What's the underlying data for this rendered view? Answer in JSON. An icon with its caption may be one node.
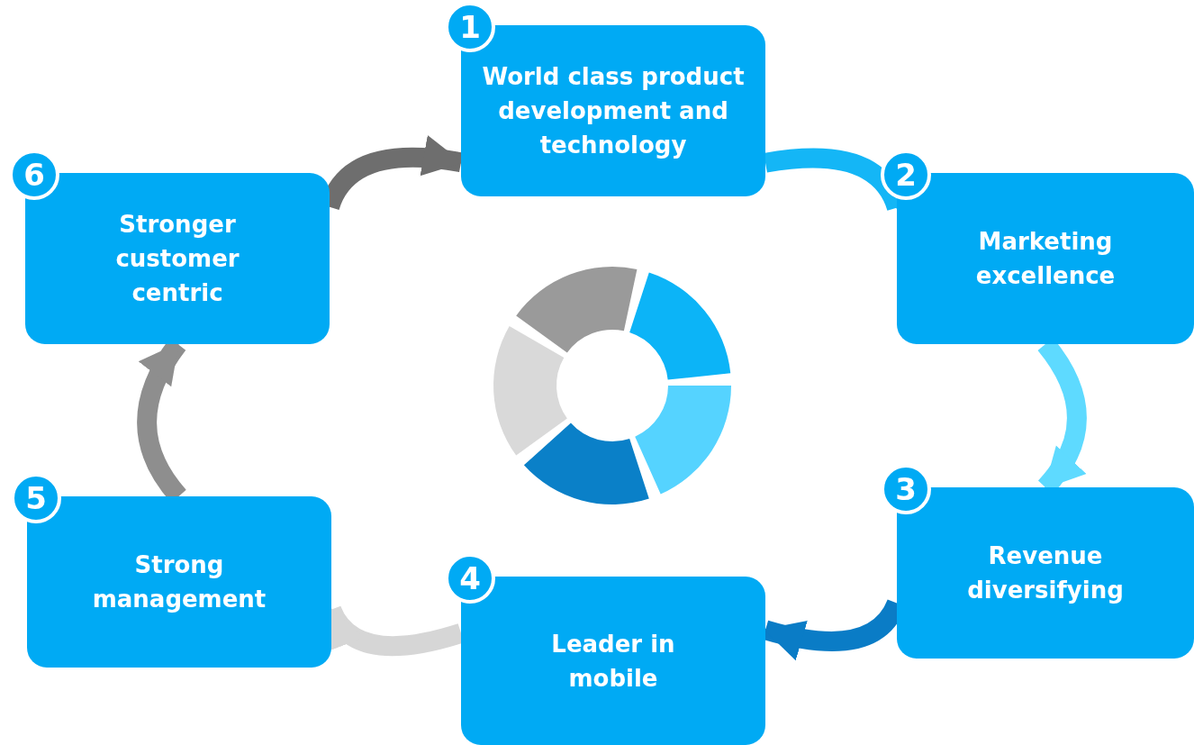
{
  "diagram": {
    "nodes": [
      {
        "text": [
          "1",
          "World class product development and technology"
        ]
      },
      {
        "text": [
          "2",
          "Marketing excellence"
        ]
      },
      {
        "text": [
          "3",
          "Revenue diversifying"
        ]
      },
      {
        "text": [
          "4",
          "Leader in mobile"
        ]
      },
      {
        "text": [
          "5",
          "Strong management"
        ]
      },
      {
        "text": [
          "6",
          "Stronger customer centric"
        ]
      }
    ],
    "edges": [
      {
        "from": 0,
        "to": 1,
        "arrow": "to",
        "color": "#14b6f6"
      },
      {
        "from": 1,
        "to": 2,
        "arrow": "to",
        "color": "#5edaff"
      },
      {
        "from": 2,
        "to": 3,
        "arrow": "to",
        "color": "#0a7cc6"
      },
      {
        "from": 3,
        "to": 4,
        "arrow": "to",
        "color": "#d6d6d6"
      },
      {
        "from": 4,
        "to": 5,
        "arrow": "to",
        "color": "#8e8e8e"
      },
      {
        "from": 5,
        "to": 0,
        "arrow": "to",
        "color": "#6e6e6e"
      }
    ]
  }
}
